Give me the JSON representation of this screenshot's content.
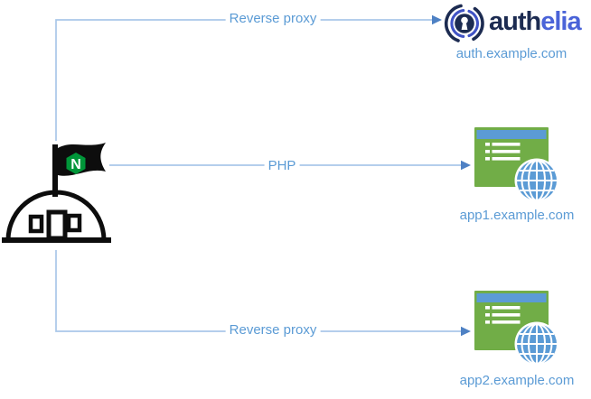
{
  "colors": {
    "connector_line": "#A9C7E9",
    "connector_arrow": "#4E81C4",
    "label_text": "#5B9BD5",
    "app_green": "#71AD47",
    "app_blue": "#5B9BD5",
    "nginx_green": "#009639",
    "authelia_navy": "#1C2B51",
    "authelia_ring_blue": "#4053C5",
    "authelia_blue": "#4A63D8",
    "icon_black": "#0D0D0D"
  },
  "nginx": {
    "flag_letter": "N"
  },
  "connections": [
    {
      "label": "Reverse proxy"
    },
    {
      "label": "PHP"
    },
    {
      "label": "Reverse proxy"
    }
  ],
  "authelia": {
    "wordmark_prefix": "auth",
    "wordmark_suffix": "elia",
    "domain": "auth.example.com"
  },
  "app1": {
    "domain": "app1.example.com"
  },
  "app2": {
    "domain": "app2.example.com"
  }
}
